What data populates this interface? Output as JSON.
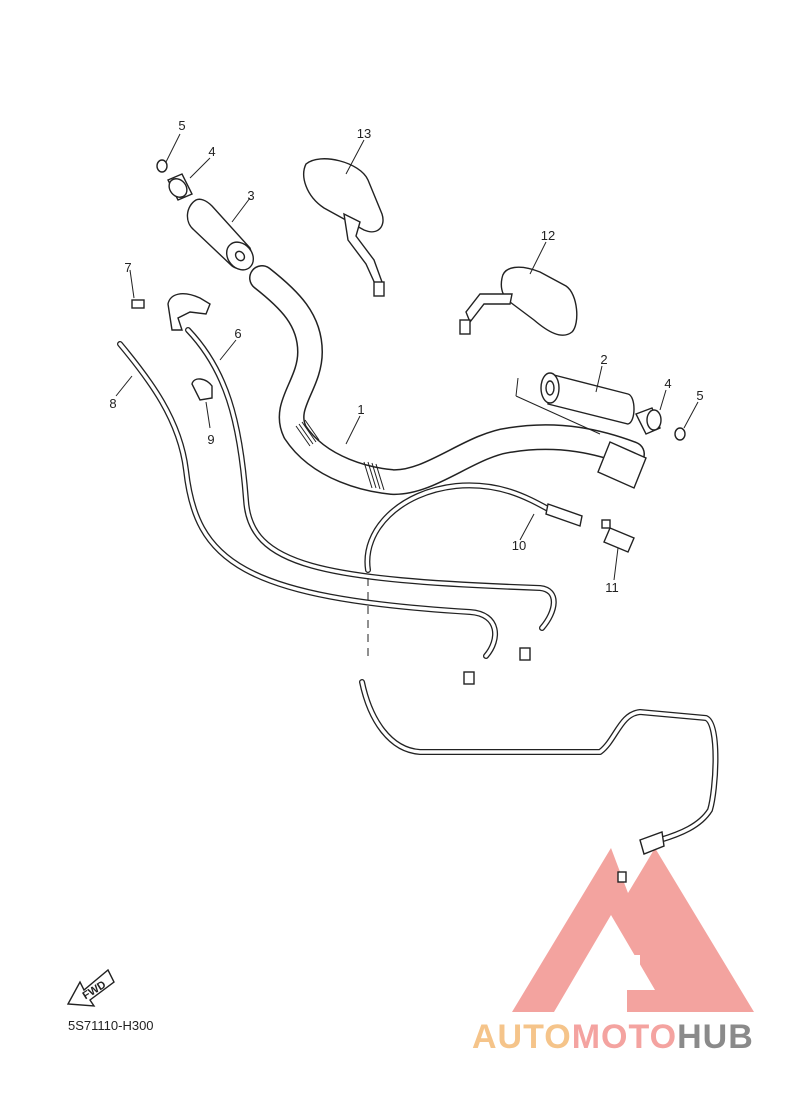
{
  "diagram": {
    "callouts": [
      "1",
      "2",
      "3",
      "4",
      "5",
      "6",
      "7",
      "8",
      "9",
      "10",
      "11",
      "12",
      "13",
      "4",
      "5"
    ],
    "direction_label": "FWD",
    "drawing_code": "5S71110-H300"
  },
  "watermark": {
    "brand_part1": "AUTO",
    "brand_part2": "MOTO",
    "brand_part3": "HUB",
    "color_part1": "#f5c48a",
    "color_part2": "#f4a3a0",
    "color_part3": "#8a8a8a",
    "logo_color": "#f29a95"
  }
}
